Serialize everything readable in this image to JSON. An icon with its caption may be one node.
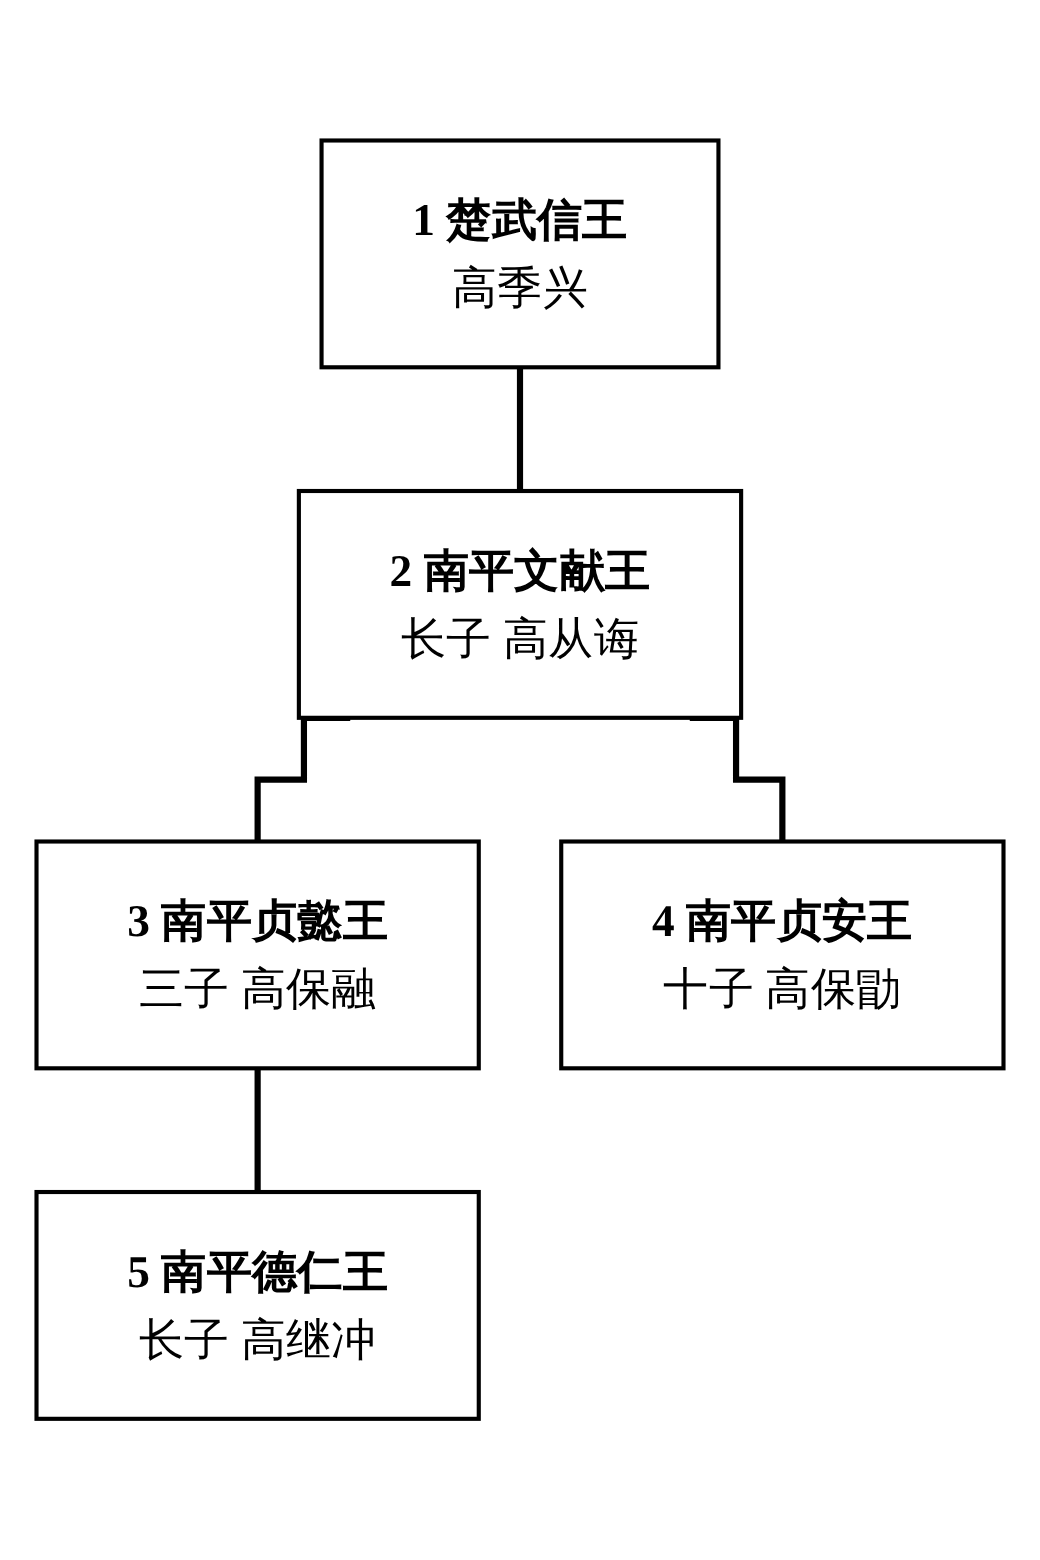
{
  "diagram": {
    "nodes": [
      {
        "text": [
          "1 楚武信王",
          "高季兴"
        ]
      },
      {
        "text": [
          "2 南平文献王",
          "长子 高从诲"
        ]
      },
      {
        "text": [
          "3 南平贞懿王",
          "三子 高保融"
        ]
      },
      {
        "text": [
          "4 南平贞安王",
          "十子 高保勖"
        ]
      },
      {
        "text": [
          "5 南平德仁王",
          "长子 高继冲"
        ]
      }
    ],
    "edges": [
      {
        "from": 0,
        "to": 1,
        "arrow": "none"
      },
      {
        "from": 1,
        "to": 2,
        "arrow": "none"
      },
      {
        "from": 1,
        "to": 3,
        "arrow": "none"
      },
      {
        "from": 2,
        "to": 4,
        "arrow": "none"
      }
    ]
  }
}
